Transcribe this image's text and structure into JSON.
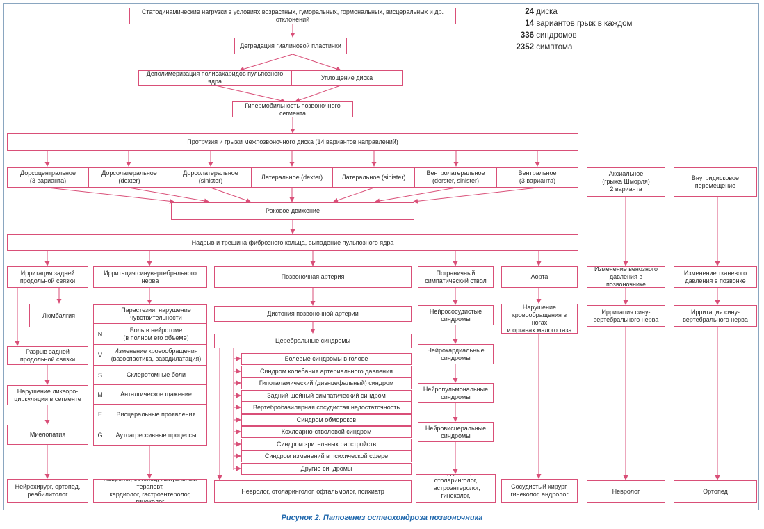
{
  "stats": {
    "discs_num": "24",
    "discs_label": "диска",
    "variants_num": "14",
    "variants_label": "вариантов грыж в каждом",
    "syndromes_num": "336",
    "syndromes_label": "синдромов",
    "symptoms_num": "2352",
    "symptoms_label": "симптома"
  },
  "top": {
    "loads": "Статодинамические нагрузки в условиях возрастных, гуморальных, гормональных, висцеральных и др. отклонений",
    "degradation": "Деградация гиалиновой пластинки",
    "depolymerization": "Деполимеризация полисахаридов пульпозного ядра",
    "compaction": "Уплощение диска",
    "hypermobility": "Гипермобильность позвоночного сегмента",
    "protrusion": "Протрузия и грыжи межпозвоночного диска (14 вариантов направлений)"
  },
  "directions": [
    "Дорсоцентральное\n(3 варианта)",
    "Дорсолатеральное\n(dexter)",
    "Дорсолатеральное\n(sinister)",
    "Латеральное (dexter)",
    "Латеральное (sinister)",
    "Вентролатеральное\n(derster, sinister)",
    "Вентральное\n(3 варианта)"
  ],
  "axial": "Аксиальное\n(грыжа Шморля)\n2 варианта",
  "intradiscal": "Внутридисковое\nперемещение",
  "rock": "Роковое движение",
  "rupture": "Надрыв и трещина фиброзного кольца, выпадение пульпозного ядра",
  "col1": {
    "irritation": "Ирритация задней\nпродольной связки",
    "lumbalgia": "Люмбалгия",
    "rupture": "Разрыв задней\nпродольной связки",
    "liquor": "Нарушение ликворо-\nциркуляции в сегменте",
    "myelopathy": "Миелопатия",
    "specialists": "Нейрохирург, ортопед,\nреабилитолог"
  },
  "col2": {
    "irritation": "Ирритация синувертебрального нерва",
    "items": [
      {
        "letter": "",
        "text": "Парастезии, нарушение\nчувствительности"
      },
      {
        "letter": "N",
        "text": "Боль в нейротоме\n(в полном его объеме)"
      },
      {
        "letter": "V",
        "text": "Изменение кровообращения\n(вазоспастика, вазодилатация)"
      },
      {
        "letter": "S",
        "text": "Склеротомные боли"
      },
      {
        "letter": "M",
        "text": "Анталгическое щажение"
      },
      {
        "letter": "E",
        "text": "Висцеральные проявления"
      },
      {
        "letter": "G",
        "text": "Аутоагрессивные процессы"
      }
    ],
    "specialists": "Невролог, ортопед, мануальный терапевт,\nкардиолог, гастроэнтеролог, гинеколог"
  },
  "col3": {
    "artery": "Позвоночная артерия",
    "dystonia": "Дистония позвоночной артерии",
    "cerebral": "Церебральные синдромы",
    "syndromes": [
      "Болевые синдромы в голове",
      "Синдром колебания артериального давления",
      "Гипоталамический (диэнцефальный) синдром",
      "Задний шейный симпатический синдром",
      "Вертебробазилярная сосудистая недостаточность",
      "Синдром обмороков",
      "Кохлеарно-стволовой синдром",
      "Синдром зрительных расстройств",
      "Синдром изменений в психической сфере",
      "Другие синдромы"
    ],
    "specialists": "Невролог, отоларинголог, офтальмолог, психиатр"
  },
  "col4": {
    "trunk": "Пограничный\nсимпатический ствол",
    "neurovascular": "Нейрососудистые\nсиндромы",
    "neurocardial": "Нейрокардиальные\nсиндромы",
    "neuropulmonal": "Нейропульмональные\nсиндромы",
    "neurovisceral": "Нейровисцеральные\nсиндромы",
    "specialists": "Кардиолог, отоларинголог,\nгастроэнтеролог, гинеколог,\nтерапевт"
  },
  "col5": {
    "aorta": "Аорта",
    "blood": "Нарушение\nкровообращения в ногах\nи органах малого таза",
    "specialists": "Сосудистый хирург,\nгинеколог, андролог"
  },
  "col6": {
    "venous": "Изменение венозного\nдавления в позвоночнике",
    "irritation": "Ирритация сину-\nвертебрального нерва",
    "specialists": "Невролог"
  },
  "col7": {
    "tissue": "Изменение тканевого\nдавления в позвонке",
    "irritation": "Ирритация сину-\nвертебрального нерва",
    "specialists": "Ортопед"
  },
  "caption": "Рисунок 2.  Патогенез остеохондроза позвоночника",
  "colors": {
    "border": "#d94f78",
    "arrow": "#d94f78",
    "caption": "#2068ad"
  }
}
